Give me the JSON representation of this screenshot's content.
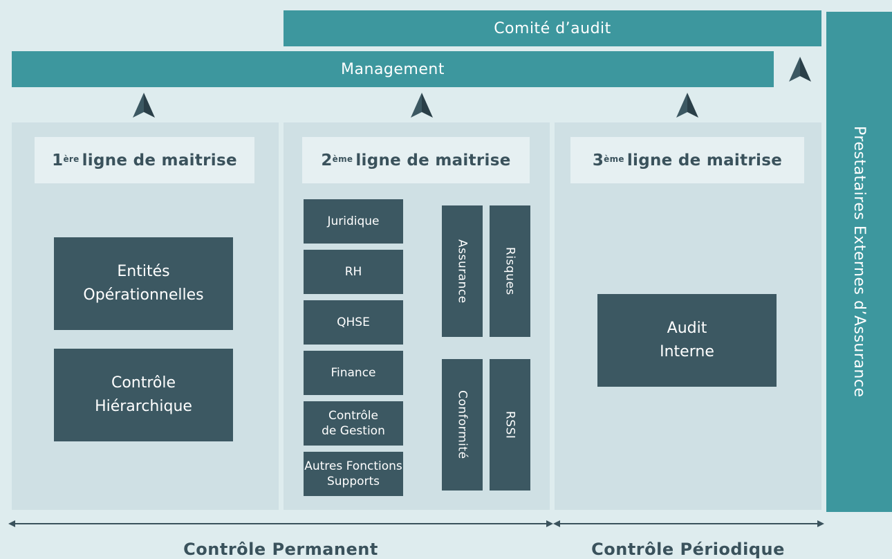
{
  "comite": "Comité d’audit",
  "management": "Management",
  "side_label": "Prestataires Externes d’Assurance",
  "lines": [
    {
      "num": "1",
      "sup": "ère",
      "label": "ligne de maitrise"
    },
    {
      "num": "2",
      "sup": "ème",
      "label": "ligne de maitrise"
    },
    {
      "num": "3",
      "sup": "ème",
      "label": "ligne de maitrise"
    }
  ],
  "line1_boxes": [
    "Entités\nOpérationnelles",
    "Contrôle\nHiérarchique"
  ],
  "line2_functions": [
    "Juridique",
    "RH",
    "QHSE",
    "Finance",
    "Contrôle\nde Gestion",
    "Autres Fonctions\nSupports"
  ],
  "line2_vertical": [
    "Assurance",
    "Risques",
    "Conformité",
    "RSSI"
  ],
  "line3_box": "Audit\nInterne",
  "footer": {
    "permanent": "Contrôle Permanent",
    "periodique": "Contrôle Périodique"
  },
  "colors": {
    "teal": "#3d979e",
    "dark": "#3c5862",
    "panel": "#cfe0e4",
    "background": "#deecee"
  }
}
